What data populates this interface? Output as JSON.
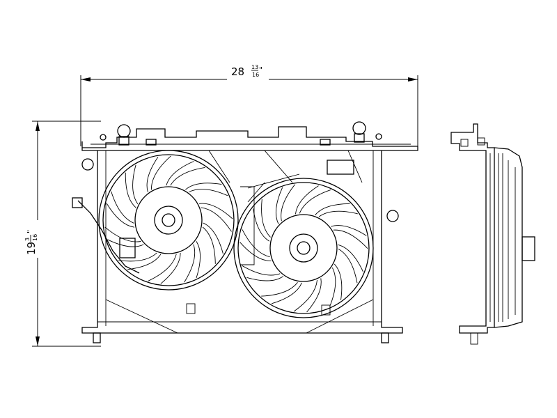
{
  "dimensions": {
    "width": {
      "whole": "28",
      "numerator": "13",
      "denominator": "16",
      "unit": "\""
    },
    "height": {
      "whole": "19",
      "numerator": "3",
      "denominator": "16",
      "unit": "\""
    }
  },
  "views": [
    "front-view",
    "side-view"
  ],
  "fan_count": 2
}
